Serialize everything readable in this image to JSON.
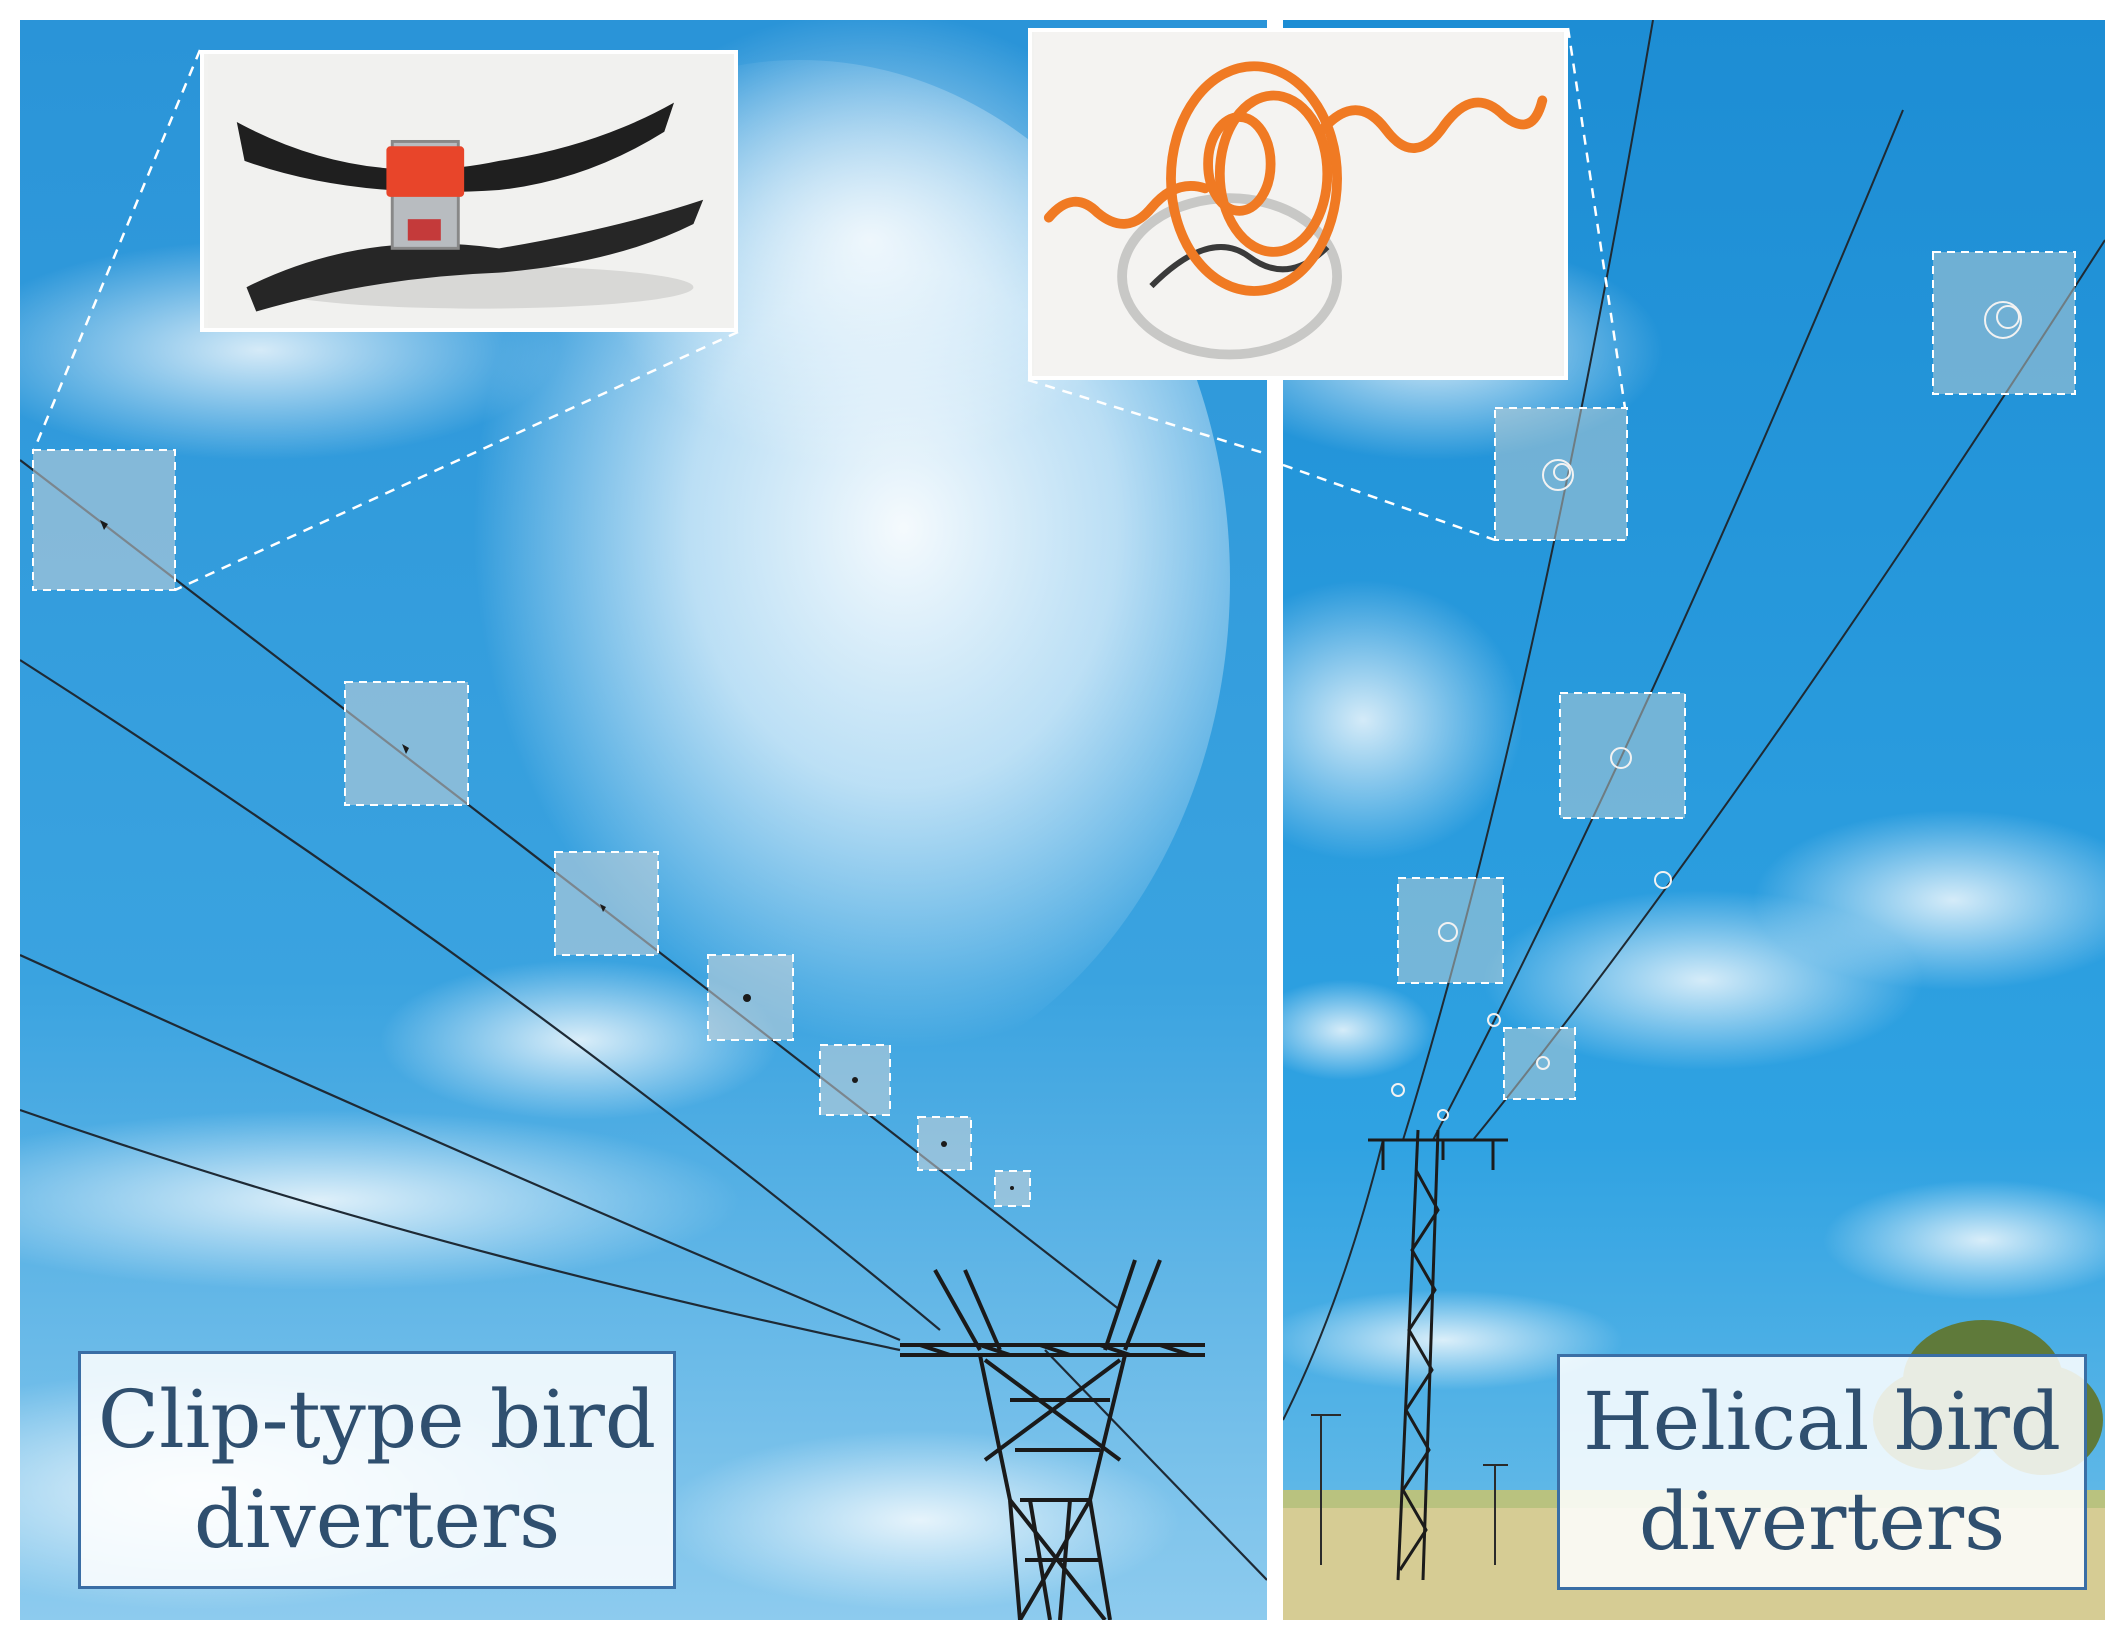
{
  "labels": {
    "clip_type": {
      "line1": "Clip-type bird",
      "line2": "diverters"
    },
    "helical": {
      "line1": "Helical bird",
      "line2": "diverters"
    }
  },
  "colors": {
    "sky_top": "#1f8fd6",
    "sky_bottom": "#7cc4ee",
    "cloud": "#ffffff",
    "label_border": "#3a6ea5",
    "label_text": "#2f4f6f",
    "clip_diverter_orange": "#e8452a",
    "clip_diverter_black": "#1e1e1e",
    "helical_diverter_orange": "#f07a23",
    "field": "#d8cf98"
  },
  "insets": {
    "clip_type_icon": "clip-diverter-photo",
    "helical_icon": "helical-diverter-photo"
  }
}
